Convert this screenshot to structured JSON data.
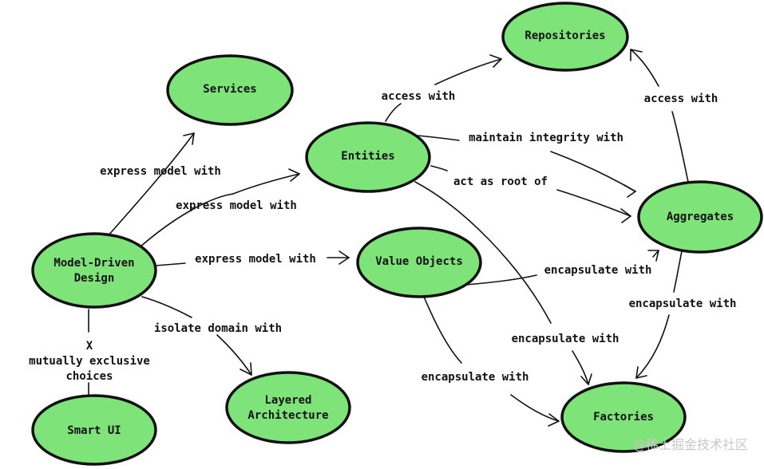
{
  "colors": {
    "node_fill": "#7ee47a",
    "node_stroke": "#111111",
    "text": "#111111",
    "watermark": "#c8c8c8"
  },
  "nodes": {
    "model_driven_design": "Model-Driven\nDesign",
    "services": "Services",
    "entities": "Entities",
    "repositories": "Repositories",
    "value_objects": "Value Objects",
    "aggregates": "Aggregates",
    "layered_architecture": "Layered\nArchitecture",
    "smart_ui": "Smart UI",
    "factories": "Factories"
  },
  "edges": {
    "mdd_services": "express model with",
    "mdd_entities": "express model with",
    "mdd_value_objects": "express model with",
    "mdd_layered": "isolate domain with",
    "mdd_smart_ui": "X\nmutually exclusive\nchoices",
    "entities_repositories": "access with",
    "entities_aggregates_integrity": "maintain integrity with",
    "entities_aggregates_root": "act as root of",
    "aggregates_repositories": "access with",
    "value_objects_aggregates": "encapsulate with",
    "aggregates_factories": "encapsulate with",
    "entities_factories": "encapsulate with",
    "value_objects_factories": "encapsulate with"
  },
  "watermark": "@稀土掘金技术社区"
}
